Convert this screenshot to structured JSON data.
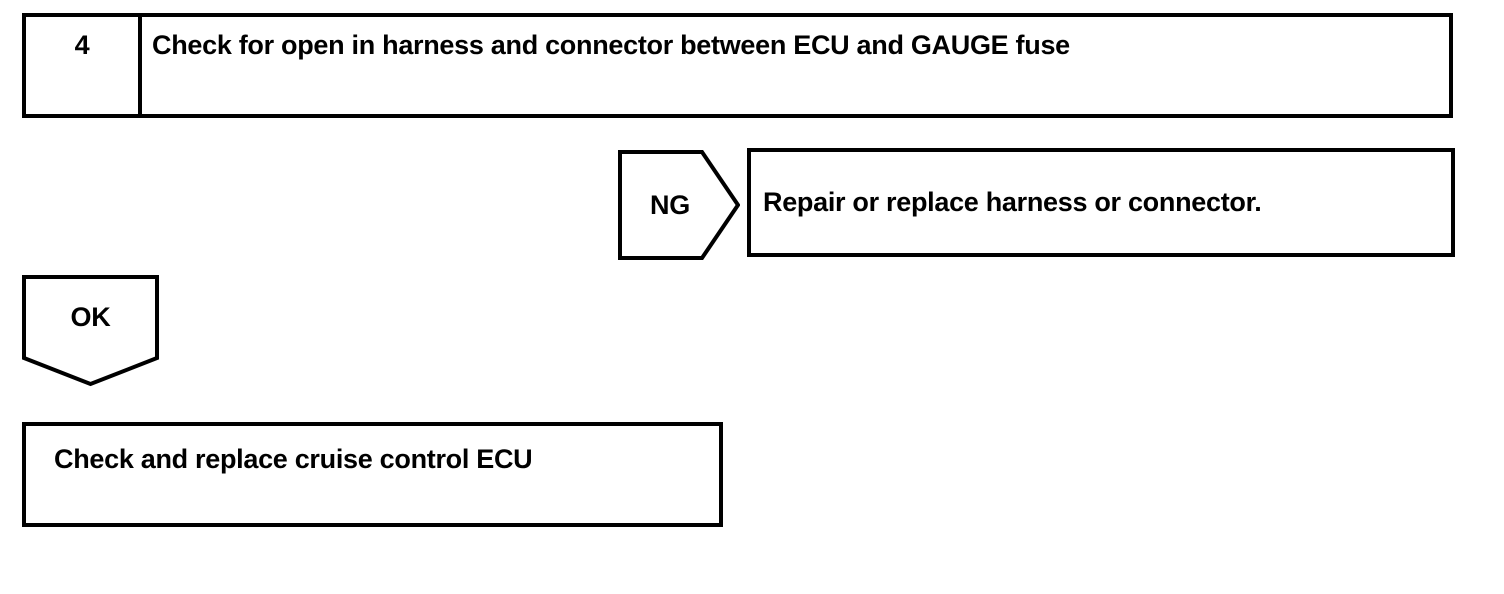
{
  "page": {
    "background_color": "#ffffff",
    "line_color": "#000000"
  },
  "flowchart": {
    "step_box": {
      "number": "4",
      "title": "Check for open in harness and connector between ECU and GAUGE fuse"
    },
    "ng_branch": {
      "label": "NG",
      "action": "Repair or replace harness or connector."
    },
    "ok_branch": {
      "label": "OK",
      "next_step": "Check and replace cruise control ECU"
    }
  }
}
